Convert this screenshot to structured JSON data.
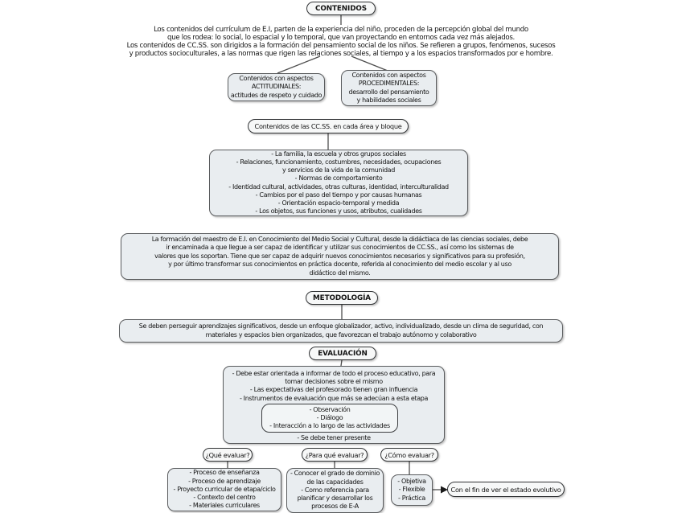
{
  "nodes": {
    "contenidos_title": "CONTENIDOS",
    "intro": "Los contenidos del currículum de E.I, parten de la experiencia del niño, proceden de la percepción global del mundo\nque los rodea: lo social, lo espacial y lo temporal, que van proyectando en entornos cada vez más alejados.\nLos contenidos de CC.SS. son dirigidos a la formación del pensamiento social de los niños. Se refieren a grupos, fenómenos, sucesos\ny productos socioculturales, a las normas que rigen las relaciones sociales, al tiempo y a los espacios transformados por e hombre.",
    "actitudinales": "Contenidos con aspectos\nACTITUDINALES:\nactitudes de respeto y cuidado",
    "procedimentales": "Contenidos con aspectos\nPROCEDIMENTALES:\ndesarrollo del pensamiento\ny habilidades sociales",
    "areas_bloques": "Contenidos de las CC.SS. en cada área y bloque",
    "contents_list": "- La familia, la escuela y otros grupos sociales\n- Relaciones, funcionamiento, costumbres, necesidades, ocupaciones\ny servicios de la vida de la comunidad\n- Normas de comportamiento\n- Identidad cultural, actividades, otras culturas, identidad, interculturalidad\n- Cambios por el paso del tiempo y por causas humanas\n- Orientación espacio-temporal y medida\n- Los objetos, sus funciones y usos, atributos, cualidades",
    "teacher_training": "La formación del maestro de E.I. en Conocimiento del Medio Social y Cultural, desde la didáctiaca de las ciencias sociales, debe\nir encaminada a que llegue a ser capaz de identificar y utilizar sus conocimientos de CC.SS., así como los sistemas de\nvalores que los soportan. Tiene que ser capaz de adquirir nuevos conocimientos necesarios y significativos para su profesión,\ny por último transformar sus conocimientos en práctica docente, referida al conocimiento del medio escolar y al uso\ndidáctico del mismo.",
    "metodologia_title": "METODOLOGÍA",
    "metodologia_text": "Se deben perseguir aprendizajes significativos, desde un enfoque globalizador, activo, individualizado, desde un clima de seguridad, con\nmateriales y espacios bien organizados, que favorezcan el trabajo autónomo y colaborativo",
    "evaluacion_title": "EVALUACIÓN",
    "evaluacion_points": "- Debe estar orientada a informar de todo el proceso educativo, para\ntomar decisiones sobre el mismo\n- Las expectativas del profesorado tienen gran influencia\n- Instrumentos de evaluación que más se adecúan a esta etapa",
    "instrumentos": "- Observación\n- Diálogo\n- Interacción a lo largo de las actividades",
    "tener_presente": "- Se debe tener presente",
    "que_evaluar": "¿Qué evaluar?",
    "que_evaluar_list": "- Proceso de enseñanza\n- Proceso de aprendizaje\n- Proyecto curricular de etapa/ciclo\n- Contexto del centro\n- Materiales curriculares",
    "para_que_evaluar": "¿Para qué evaluar?",
    "para_que_evaluar_list": "- Conocer el grado de dominio\nde las capacidades\n- Como referencia para\nplanificar y desarrollar los\nprocesos de E-A",
    "como_evaluar": "¿Cómo evaluar?",
    "como_evaluar_list": "- Objetiva\n- Flexible\n- Práctica",
    "estado_evolutivo": "Con el fin de ver el estado evolutivo"
  },
  "colors": {
    "box_fill": "#e9edf0",
    "pill_fill": "#f7f8f8",
    "border": "#3c3e40",
    "line": "#4d4d4d",
    "background": "#ffffff"
  }
}
